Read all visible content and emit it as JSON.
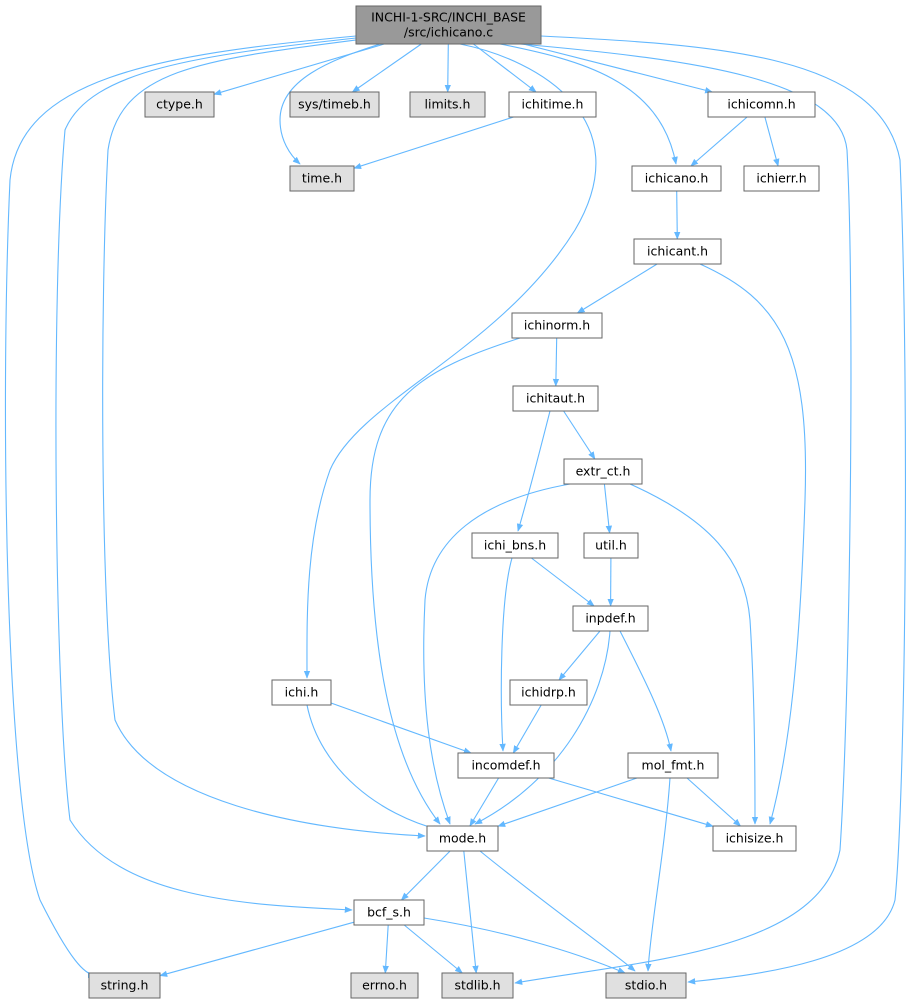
{
  "title": "INCHI-1-SRC/INCHI_BASE/src/ichicano.c",
  "colors": {
    "root_fill": "#999999",
    "system_fill": "#e0e0e0",
    "local_fill": "#ffffff",
    "border": "#666666",
    "edge": "#63b8ff"
  },
  "nodes": [
    {
      "id": "root",
      "lines": [
        "INCHI-1-SRC/INCHI_BASE",
        "/src/ichicano.c"
      ],
      "kind": "root"
    },
    {
      "id": "ctype",
      "lines": [
        "ctype.h"
      ],
      "kind": "system"
    },
    {
      "id": "timeb",
      "lines": [
        "sys/timeb.h"
      ],
      "kind": "system"
    },
    {
      "id": "limits",
      "lines": [
        "limits.h"
      ],
      "kind": "system"
    },
    {
      "id": "ichitime",
      "lines": [
        "ichitime.h"
      ],
      "kind": "local"
    },
    {
      "id": "ichicomn",
      "lines": [
        "ichicomn.h"
      ],
      "kind": "local"
    },
    {
      "id": "time",
      "lines": [
        "time.h"
      ],
      "kind": "system"
    },
    {
      "id": "ichicanoh",
      "lines": [
        "ichicano.h"
      ],
      "kind": "local"
    },
    {
      "id": "ichierr",
      "lines": [
        "ichierr.h"
      ],
      "kind": "local"
    },
    {
      "id": "ichicant",
      "lines": [
        "ichicant.h"
      ],
      "kind": "local"
    },
    {
      "id": "ichinorm",
      "lines": [
        "ichinorm.h"
      ],
      "kind": "local"
    },
    {
      "id": "ichitaut",
      "lines": [
        "ichitaut.h"
      ],
      "kind": "local"
    },
    {
      "id": "extr_ct",
      "lines": [
        "extr_ct.h"
      ],
      "kind": "local"
    },
    {
      "id": "ichi_bns",
      "lines": [
        "ichi_bns.h"
      ],
      "kind": "local"
    },
    {
      "id": "util",
      "lines": [
        "util.h"
      ],
      "kind": "local"
    },
    {
      "id": "inpdef",
      "lines": [
        "inpdef.h"
      ],
      "kind": "local"
    },
    {
      "id": "ichi",
      "lines": [
        "ichi.h"
      ],
      "kind": "local"
    },
    {
      "id": "ichidrp",
      "lines": [
        "ichidrp.h"
      ],
      "kind": "local"
    },
    {
      "id": "incomdef",
      "lines": [
        "incomdef.h"
      ],
      "kind": "local"
    },
    {
      "id": "mol_fmt",
      "lines": [
        "mol_fmt.h"
      ],
      "kind": "local"
    },
    {
      "id": "mode",
      "lines": [
        "mode.h"
      ],
      "kind": "local"
    },
    {
      "id": "ichisize",
      "lines": [
        "ichisize.h"
      ],
      "kind": "local"
    },
    {
      "id": "bcf_s",
      "lines": [
        "bcf_s.h"
      ],
      "kind": "local"
    },
    {
      "id": "string",
      "lines": [
        "string.h"
      ],
      "kind": "system"
    },
    {
      "id": "errno",
      "lines": [
        "errno.h"
      ],
      "kind": "system"
    },
    {
      "id": "stdlib",
      "lines": [
        "stdlib.h"
      ],
      "kind": "system"
    },
    {
      "id": "stdio",
      "lines": [
        "stdio.h"
      ],
      "kind": "system"
    }
  ],
  "edges": [
    [
      "root",
      "ctype"
    ],
    [
      "root",
      "timeb"
    ],
    [
      "root",
      "limits"
    ],
    [
      "root",
      "ichitime"
    ],
    [
      "root",
      "ichicomn"
    ],
    [
      "root",
      "time"
    ],
    [
      "root",
      "ichicanoh"
    ],
    [
      "root",
      "ichi"
    ],
    [
      "root",
      "mode"
    ],
    [
      "root",
      "bcf_s"
    ],
    [
      "root",
      "string"
    ],
    [
      "root",
      "stdlib"
    ],
    [
      "root",
      "stdio"
    ],
    [
      "ichitime",
      "time"
    ],
    [
      "ichicomn",
      "ichicanoh"
    ],
    [
      "ichicomn",
      "ichierr"
    ],
    [
      "ichicanoh",
      "ichicant"
    ],
    [
      "ichicant",
      "ichinorm"
    ],
    [
      "ichicant",
      "ichisize"
    ],
    [
      "ichinorm",
      "ichitaut"
    ],
    [
      "ichinorm",
      "mode"
    ],
    [
      "ichitaut",
      "extr_ct"
    ],
    [
      "ichitaut",
      "ichi_bns"
    ],
    [
      "extr_ct",
      "util"
    ],
    [
      "extr_ct",
      "mode"
    ],
    [
      "extr_ct",
      "ichisize"
    ],
    [
      "ichi_bns",
      "inpdef"
    ],
    [
      "ichi_bns",
      "incomdef"
    ],
    [
      "util",
      "inpdef"
    ],
    [
      "inpdef",
      "ichidrp"
    ],
    [
      "inpdef",
      "mol_fmt"
    ],
    [
      "inpdef",
      "mode"
    ],
    [
      "ichidrp",
      "incomdef"
    ],
    [
      "ichi",
      "incomdef"
    ],
    [
      "ichi",
      "mode"
    ],
    [
      "incomdef",
      "mode"
    ],
    [
      "incomdef",
      "ichisize"
    ],
    [
      "mol_fmt",
      "mode"
    ],
    [
      "mol_fmt",
      "ichisize"
    ],
    [
      "mol_fmt",
      "stdio"
    ],
    [
      "mode",
      "bcf_s"
    ],
    [
      "mode",
      "stdlib"
    ],
    [
      "mode",
      "stdio"
    ],
    [
      "bcf_s",
      "string"
    ],
    [
      "bcf_s",
      "errno"
    ],
    [
      "bcf_s",
      "stdlib"
    ],
    [
      "bcf_s",
      "stdio"
    ]
  ]
}
